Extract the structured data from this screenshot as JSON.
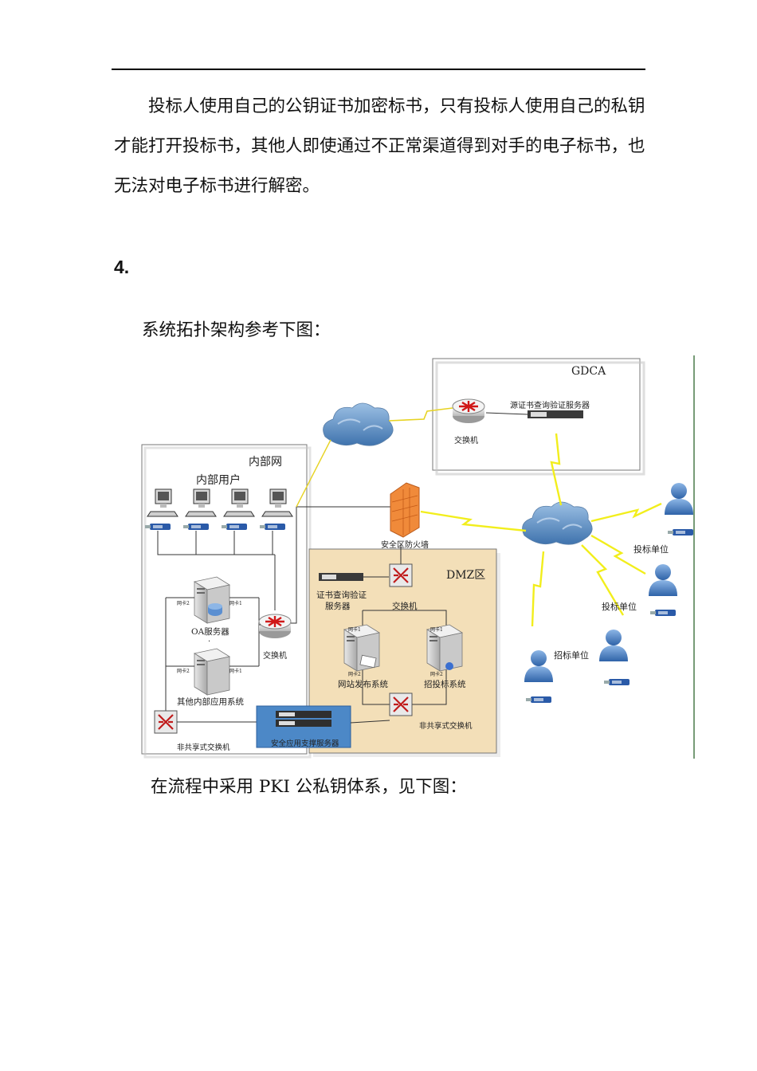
{
  "document": {
    "paragraph_1": "投标人使用自己的公钥证书加密标书，只有投标人使用自己的私钥才能打开投标书，其他人即使通过不正常渠道得到对手的电子标书，也无法对电子标书进行解密。",
    "section_heading": "4.",
    "topology_intro": "系统拓扑架构参考下图：",
    "pki_intro": "在流程中采用 PKI 公私钥体系，见下图："
  },
  "diagram": {
    "gdca_label": "GDCA",
    "gdca_switch_label": "交换机",
    "gdca_server_label": "源证书查询验证服务器",
    "internal_net_label": "内部网",
    "internal_users_label": "内部用户",
    "oa_server_label": "OA服务器",
    "other_apps_label": "其他内部应用系统",
    "internal_switch_label": "交换机",
    "nonshared_switch_left_label": "非共享式交换机",
    "firewall_label": "安全区防火墙",
    "dmz_label": "DMZ区",
    "cert_server_label_1": "证书查询验证",
    "cert_server_label_2": "服务器",
    "dmz_switch_label": "交换机",
    "web_system_label": "网站发布系统",
    "bid_system_label": "招投标系统",
    "nonshared_switch_right_label": "非共享式交换机",
    "security_server_label": "安全应用支撑服务器",
    "nic_1": "网卡1",
    "nic_2": "网卡2",
    "bidder_unit_1": "投标单位",
    "bidder_unit_2": "投标单位",
    "tender_unit": "招标单位",
    "colors": {
      "dmz_fill": "#f3dfb8",
      "cloud": "#5f8fbf",
      "user": "#4d82c4",
      "firewall": "#f08a3a",
      "lightning": "#f2ee1c"
    }
  }
}
